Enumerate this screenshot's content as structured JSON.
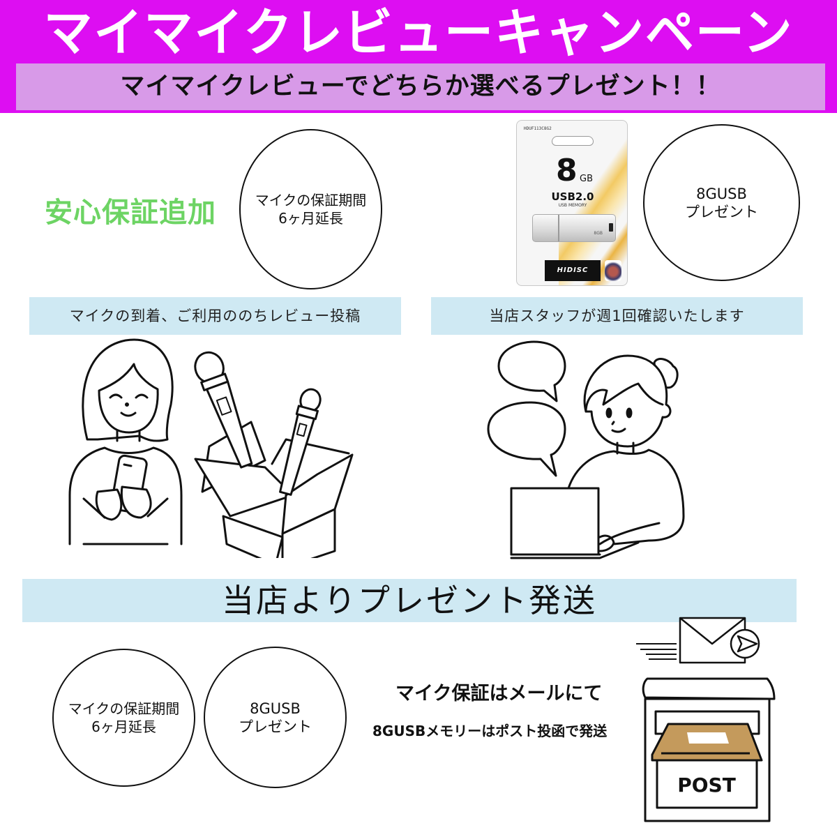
{
  "header": {
    "title": "マイマイクレビューキャンペーン",
    "subtitle": "マイマイクレビューでどちらか選べるプレゼント！！",
    "band_color": "#dd0ef2",
    "subtitle_bg": "#d89ae8"
  },
  "offers": {
    "heading": "安心保証追加",
    "heading_color": "#6dd464",
    "warranty": {
      "line1": "マイクの保証期間",
      "line2": "6ヶ月延長"
    },
    "usb": {
      "line1": "8GUSB",
      "line2": "プレゼント"
    },
    "usb_package": {
      "product_code": "HDUF113C8G2",
      "capacity": "8",
      "capacity_unit": "GB",
      "standard": "USB2.0",
      "type": "USB MEMORY",
      "stick_label": "8GB",
      "brand": "HIDISC"
    }
  },
  "steps": [
    {
      "label": "マイクの到着、ご利用ののちレビュー投稿",
      "illustration": "woman-with-phone-and-mic-box"
    },
    {
      "label": "当店スタッフが週1回確認いたします",
      "illustration": "staff-at-laptop-with-speech-bubbles"
    }
  ],
  "shipping": {
    "label": "当店よりプレゼント発送",
    "label_bg": "#cfe9f3",
    "warranty": {
      "line1": "マイクの保証期間",
      "line2": "6ヶ月延長"
    },
    "usb": {
      "line1": "8GUSB",
      "line2": "プレゼント"
    },
    "note_email": "マイク保証はメールにて",
    "note_post": "8GUSBメモリーはポスト投函で発送",
    "mailbox_label": "POST",
    "mailbox_flap_color": "#c49a5c"
  }
}
